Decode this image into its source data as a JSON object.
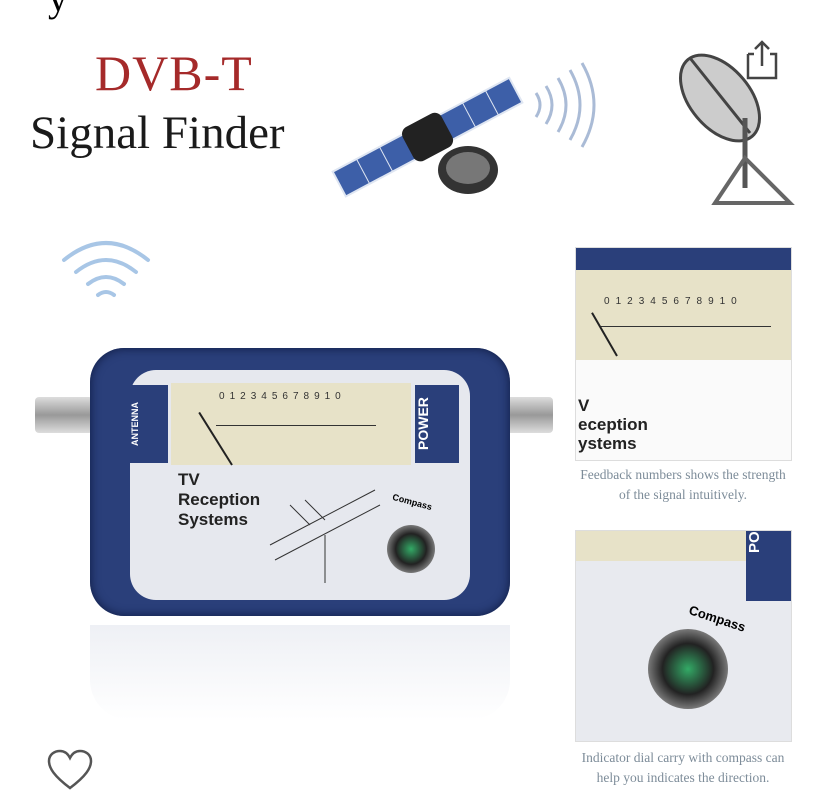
{
  "product_image": {
    "title_line1": "DVB-T",
    "title_line2": "Signal Finder",
    "device": {
      "antenna_label": "ANTENNA",
      "power_label": "POWER",
      "scale": [
        "0",
        "1",
        "2",
        "3",
        "4",
        "5",
        "6",
        "7",
        "8",
        "9",
        "10"
      ],
      "brand_text": [
        "TV",
        "Reception",
        "Systems"
      ],
      "compass_label": "Compass"
    },
    "detail_top": {
      "text": [
        "V",
        "eception",
        "ystems"
      ],
      "caption_line1": "Feedback numbers shows the strength",
      "caption_line2": "of the signal intuitively."
    },
    "detail_bottom": {
      "compass_label": "Compass",
      "power_fragment": "PO",
      "caption_line1": "Indicator dial carry with compass can",
      "caption_line2": "help you indicates the direction."
    }
  },
  "header": {
    "partial_text": "y"
  },
  "actions": {
    "share_icon": "share-icon",
    "favorite_icon": "heart-outline-icon"
  },
  "colors": {
    "title_red": "#a52a2a",
    "device_blue": "#2a3f7a",
    "caption": "#7d8c99"
  }
}
